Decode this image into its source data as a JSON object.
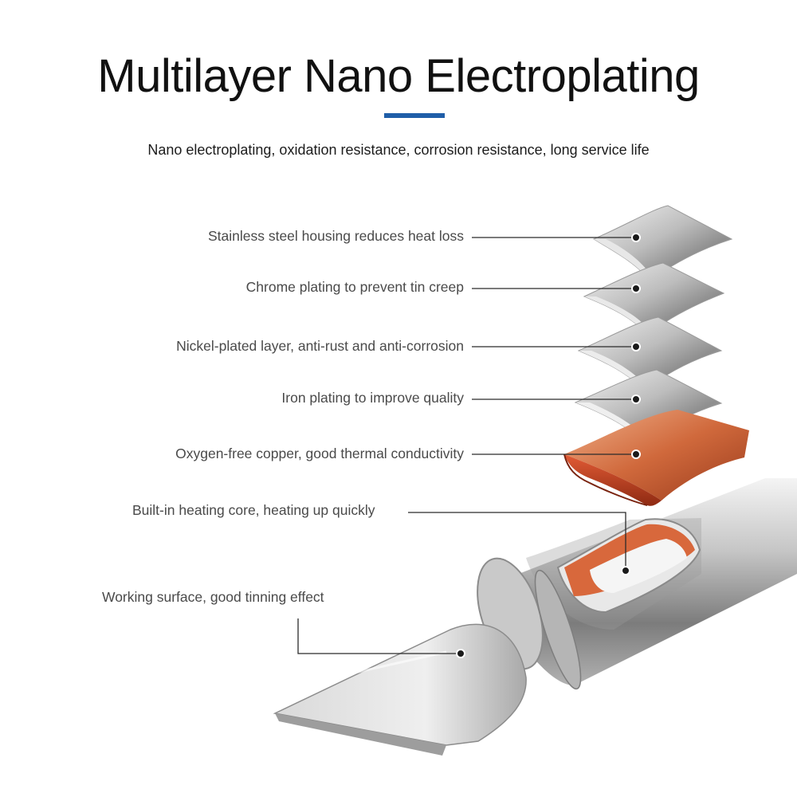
{
  "header": {
    "title": "Multilayer Nano Electroplating",
    "subtitle": "Nano electroplating, oxidation resistance, corrosion resistance, long service life"
  },
  "layers": [
    {
      "label": "Stainless steel housing reduces heat loss"
    },
    {
      "label": "Chrome plating to prevent tin creep"
    },
    {
      "label": "Nickel-plated layer, anti-rust and anti-corrosion"
    },
    {
      "label": "Iron plating to improve quality"
    },
    {
      "label": "Oxygen-free copper, good thermal conductivity"
    },
    {
      "label": "Built-in heating core, heating up quickly"
    },
    {
      "label": "Working surface, good tinning effect"
    }
  ],
  "colors": {
    "accent_bar": "#1f5ea8",
    "copper": "#c8552b",
    "steel": "#b8b8b8"
  }
}
